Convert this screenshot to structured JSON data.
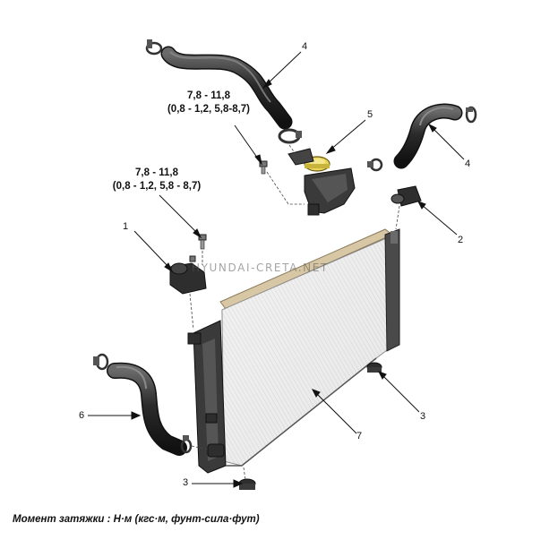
{
  "diagram": {
    "callouts": {
      "c1": "1",
      "c2": "2",
      "c3a": "3",
      "c3b": "3",
      "c4a": "4",
      "c4b": "4",
      "c5": "5",
      "c6": "6",
      "c7": "7"
    },
    "torque_specs": {
      "upper": {
        "line1": "7,8 - 11,8",
        "line2": "(0,8 - 1,2, 5,8-8,7)"
      },
      "lower": {
        "line1": "7,8 - 11,8",
        "line2": "(0,8 - 1,2, 5,8 - 8,7)"
      }
    },
    "watermark": "HYUNDAI-CRETA.NET",
    "caption": "Момент затяжки : Н·м (кгс·м, фунт-сила·фут)"
  },
  "colors": {
    "line": "#111111",
    "hose": "#2b2b2b",
    "radiator_core": "#ececec",
    "tank": "#3a3a3a",
    "cap_yellow": "#e8d45a"
  }
}
